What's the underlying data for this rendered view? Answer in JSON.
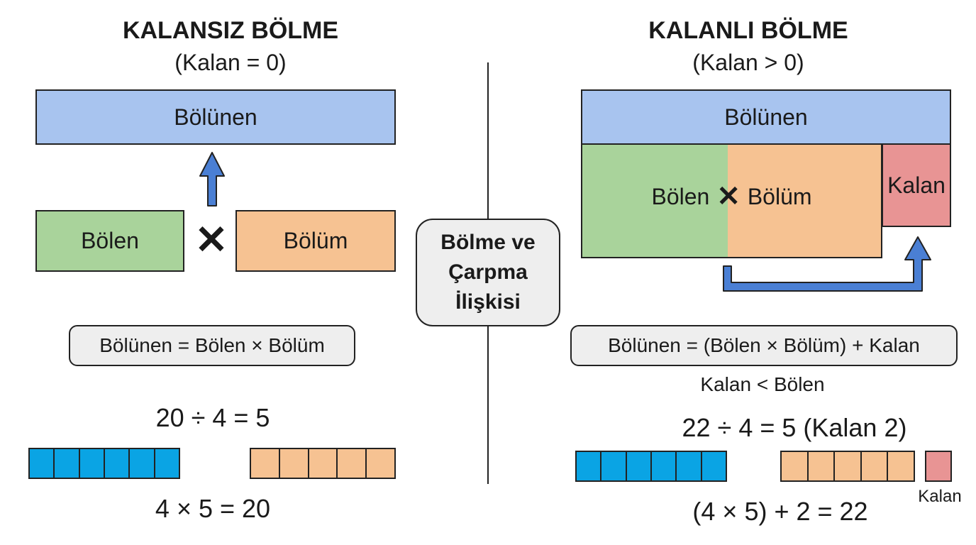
{
  "left": {
    "title": "KALANSIZ BÖLME",
    "subtitle": "(Kalan = 0)",
    "dividend_label": "Bölünen",
    "divisor_label": "Bölen",
    "quotient_label": "Bölüm",
    "times_symbol": "✕",
    "formula": "Bölünen = Bölen × Bölüm",
    "example_division": "20 ÷ 4 = 5",
    "example_multiplication": "4 × 5 = 20",
    "divisor_units": 6,
    "quotient_units": 5,
    "colors": {
      "dividend": "#a8c4ef",
      "divisor": "#a9d39b",
      "quotient": "#f6c292",
      "arrow": "#4a7fd4",
      "unit_blue": "#0aa4e4",
      "unit_orange": "#f6c292"
    }
  },
  "center": {
    "label_line1": "Bölme ve",
    "label_line2": "Çarpma",
    "label_line3": "İlişkisi"
  },
  "right": {
    "title": "KALANLI BÖLME",
    "subtitle": "(Kalan > 0)",
    "dividend_label": "Bölünen",
    "product_label_left": "Bölen",
    "times_symbol": "✕",
    "product_label_right": "Bölüm",
    "remainder_label": "Kalan",
    "formula": "Bölünen = (Bölen × Bölüm) + Kalan",
    "condition": "Kalan < Bölen",
    "example_division": "22 ÷ 4 = 5 (Kalan 2)",
    "example_multiplication": "(4 × 5) + 2 = 22",
    "remainder_unit_label": "Kalan",
    "divisor_units": 6,
    "quotient_units": 5,
    "remainder_units": 1,
    "colors": {
      "dividend": "#a8c4ef",
      "divisor": "#a9d39b",
      "quotient": "#f6c292",
      "remainder": "#e89494",
      "arrow": "#4a7fd4"
    }
  }
}
